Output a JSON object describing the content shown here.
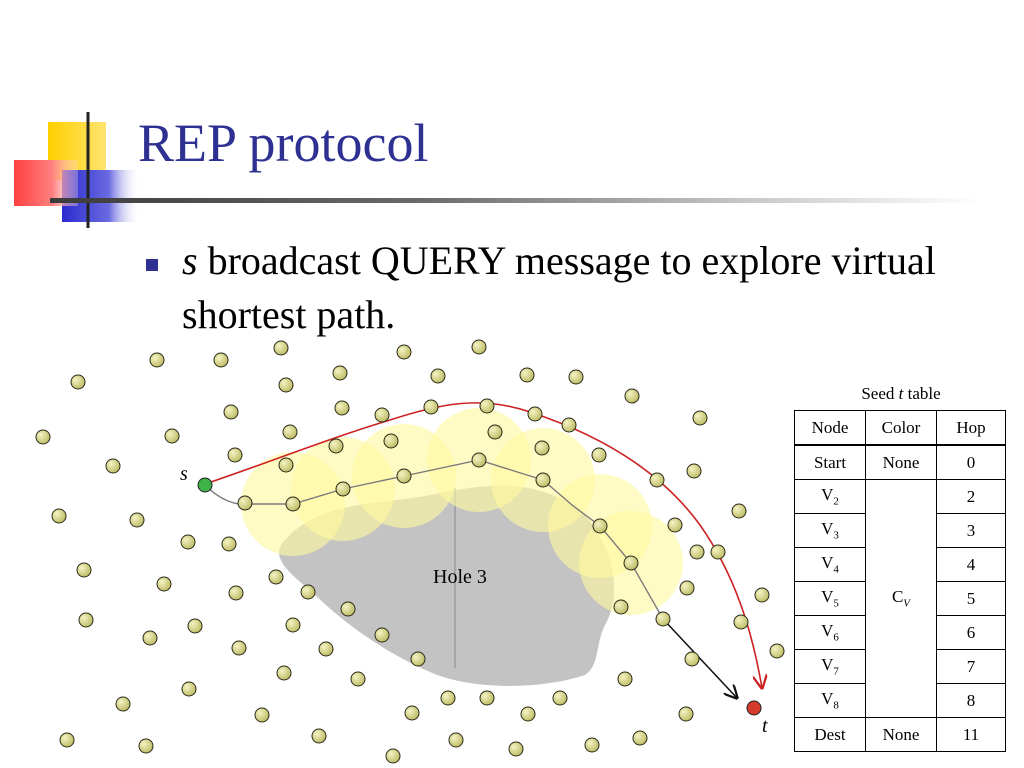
{
  "slide": {
    "title": "REP protocol",
    "bullet": {
      "var": "s",
      "text": " broadcast QUERY message to explore virtual shortest path."
    }
  },
  "diagram": {
    "hole_label": "Hole 3",
    "source_label": "s",
    "target_label": "t",
    "colors": {
      "node": "#d8d68a",
      "source": "#3fb24a",
      "target": "#d63a2a",
      "arrow": "#cc2222",
      "hole": "#c0c0c0",
      "disc": "#fff9a8"
    }
  },
  "seed_table": {
    "caption_prefix": "Seed ",
    "caption_var": "t",
    "caption_suffix": " table",
    "headers": [
      "Node",
      "Color",
      "Hop"
    ],
    "start": {
      "node": "Start",
      "color": "None",
      "hop": "0"
    },
    "middle_color": {
      "base": "C",
      "sub": "V"
    },
    "middle": [
      {
        "base": "V",
        "sub": "2",
        "hop": "2"
      },
      {
        "base": "V",
        "sub": "3",
        "hop": "3"
      },
      {
        "base": "V",
        "sub": "4",
        "hop": "4"
      },
      {
        "base": "V",
        "sub": "5",
        "hop": "5"
      },
      {
        "base": "V",
        "sub": "6",
        "hop": "6"
      },
      {
        "base": "V",
        "sub": "7",
        "hop": "7"
      },
      {
        "base": "V",
        "sub": "8",
        "hop": "8"
      }
    ],
    "dest": {
      "node": "Dest",
      "color": "None",
      "hop": "11"
    }
  }
}
